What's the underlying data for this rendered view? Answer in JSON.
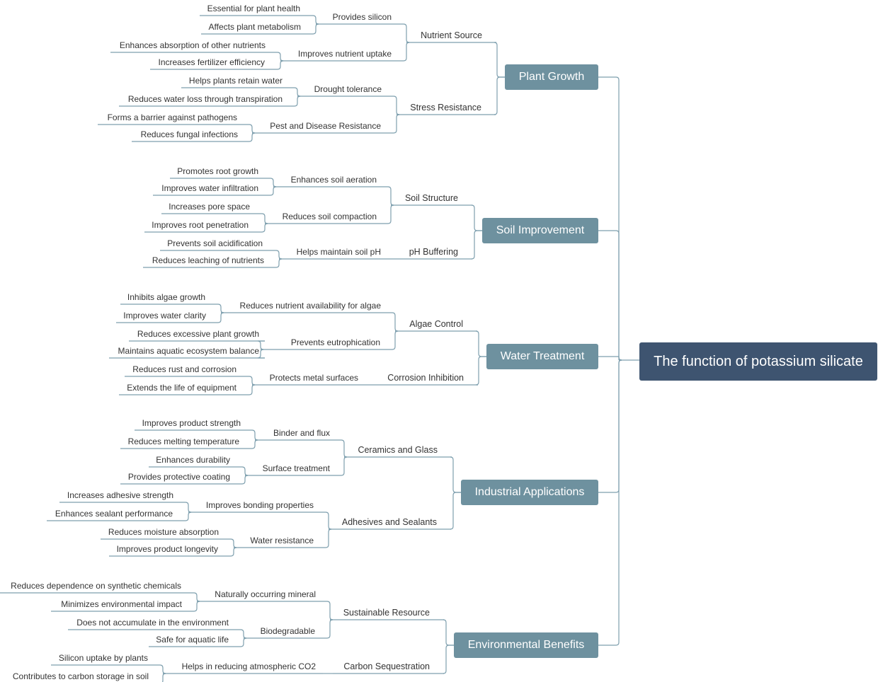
{
  "root": "The function of potassium silicate",
  "branches": [
    {
      "label": "Plant Growth",
      "children": [
        {
          "label": "Nutrient Source",
          "children": [
            {
              "label": "Provides silicon",
              "children": [
                "Essential for plant health",
                "Affects plant metabolism"
              ]
            },
            {
              "label": "Improves nutrient uptake",
              "children": [
                "Enhances absorption of other nutrients",
                "Increases fertilizer efficiency"
              ]
            }
          ]
        },
        {
          "label": "Stress Resistance",
          "children": [
            {
              "label": "Drought tolerance",
              "children": [
                "Helps plants retain water",
                "Reduces water loss through transpiration"
              ]
            },
            {
              "label": "Pest and Disease Resistance",
              "children": [
                "Forms a barrier against pathogens",
                "Reduces fungal infections"
              ]
            }
          ]
        }
      ]
    },
    {
      "label": "Soil Improvement",
      "children": [
        {
          "label": "Soil Structure",
          "children": [
            {
              "label": "Enhances soil aeration",
              "children": [
                "Promotes root growth",
                "Improves water infiltration"
              ]
            },
            {
              "label": "Reduces soil compaction",
              "children": [
                "Increases pore space",
                "Improves root penetration"
              ]
            }
          ]
        },
        {
          "label": "pH Buffering",
          "children": [
            {
              "label": "Helps maintain soil pH",
              "children": [
                "Prevents soil acidification",
                "Reduces leaching of nutrients"
              ]
            }
          ]
        }
      ]
    },
    {
      "label": "Water Treatment",
      "children": [
        {
          "label": "Algae Control",
          "children": [
            {
              "label": "Reduces nutrient availability for algae",
              "children": [
                "Inhibits algae growth",
                "Improves water clarity"
              ]
            },
            {
              "label": "Prevents eutrophication",
              "children": [
                "Reduces excessive plant growth",
                "Maintains aquatic ecosystem balance"
              ]
            }
          ]
        },
        {
          "label": "Corrosion Inhibition",
          "children": [
            {
              "label": "Protects metal surfaces",
              "children": [
                "Reduces rust and corrosion",
                "Extends the life of equipment"
              ]
            }
          ]
        }
      ]
    },
    {
      "label": "Industrial Applications",
      "children": [
        {
          "label": "Ceramics and Glass",
          "children": [
            {
              "label": "Binder and flux",
              "children": [
                "Improves product strength",
                "Reduces melting temperature"
              ]
            },
            {
              "label": "Surface treatment",
              "children": [
                "Enhances durability",
                "Provides protective coating"
              ]
            }
          ]
        },
        {
          "label": "Adhesives and Sealants",
          "children": [
            {
              "label": "Improves bonding properties",
              "children": [
                "Increases adhesive strength",
                "Enhances sealant performance"
              ]
            },
            {
              "label": "Water resistance",
              "children": [
                "Reduces moisture absorption",
                "Improves product longevity"
              ]
            }
          ]
        }
      ]
    },
    {
      "label": "Environmental Benefits",
      "children": [
        {
          "label": "Sustainable Resource",
          "children": [
            {
              "label": "Naturally occurring mineral",
              "children": [
                "Reduces dependence on synthetic chemicals",
                "Minimizes environmental impact"
              ]
            },
            {
              "label": "Biodegradable",
              "children": [
                "Does not accumulate in the environment",
                "Safe for aquatic life"
              ]
            }
          ]
        },
        {
          "label": "Carbon Sequestration",
          "children": [
            {
              "label": "Helps in reducing atmospheric CO2",
              "children": [
                "Silicon uptake by plants",
                "Contributes to carbon storage in soil"
              ]
            }
          ]
        }
      ]
    }
  ],
  "colors": {
    "root": "#3e5470",
    "branch": "#6e919f",
    "line": "#7e9fae",
    "text": "#333333"
  }
}
